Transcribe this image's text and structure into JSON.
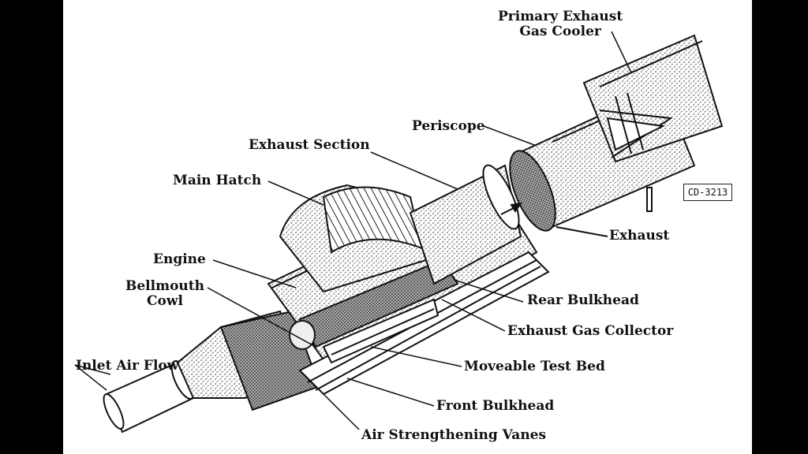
{
  "diagram": {
    "labels": {
      "primary_exhaust_gas_cooler": [
        "Primary Exhaust",
        "Gas Cooler"
      ],
      "periscope": "Periscope",
      "exhaust_section": "Exhaust Section",
      "main_hatch": "Main Hatch",
      "engine": "Engine",
      "bellmouth_cowl": [
        "Bellmouth",
        "Cowl"
      ],
      "inlet_air_flow": "Inlet Air Flow",
      "exhaust": "Exhaust",
      "rear_bulkhead": "Rear Bulkhead",
      "exhaust_gas_collector": "Exhaust Gas Collector",
      "moveable_test_bed": "Moveable Test Bed",
      "front_bulkhead": "Front Bulkhead",
      "air_strengthening_vanes": "Air Strengthening Vanes"
    },
    "drawing_number": "CD-3213"
  }
}
